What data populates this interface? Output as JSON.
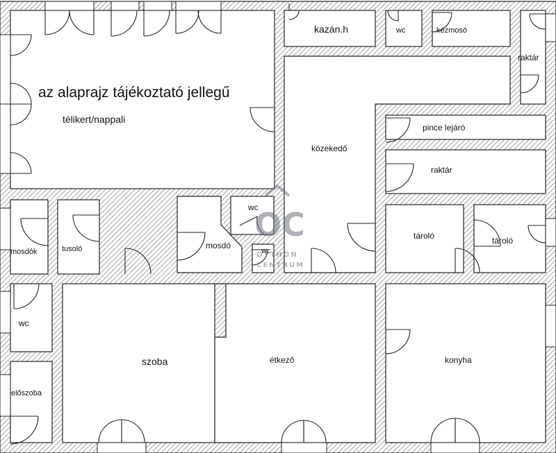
{
  "plan": {
    "title": "az alaprajz tájékoztató jellegű",
    "rooms": {
      "telikert": "télikert/nappali",
      "kazan": "kazán.h",
      "wc_top": "wc",
      "kezmoso": "kézmosó",
      "raktar_top": "raktár",
      "kozekedo": "közekedő",
      "pince": "pince lejáró",
      "raktar": "raktár",
      "wc_mid": "wc",
      "mosdo": "mosdó",
      "wc_small": "wc",
      "mosdok": "mosdók",
      "tusolo": "tusoló",
      "tarolo1": "tároló",
      "tarolo2": "tároló",
      "wc_left": "wc",
      "szoba": "szoba",
      "etkezo": "étkező",
      "konyha": "konyha",
      "eloszoba": "előszoba"
    },
    "watermark": {
      "logo": "OC",
      "line1": "OTTHON",
      "line2": "CENTRUM"
    }
  }
}
